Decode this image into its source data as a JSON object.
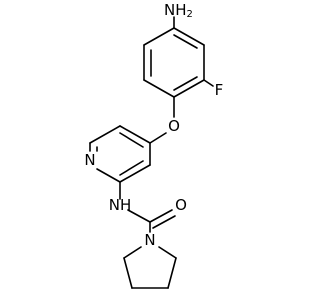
{
  "molecule": {
    "atom_labels": {
      "amine": "NH2",
      "fluorine": "F",
      "ether_oxygen": "O",
      "pyridine_nitrogen": "N",
      "amide_nh": "NH",
      "carbonyl_oxygen": "O",
      "pyrrolidine_nitrogen": "N"
    }
  },
  "colors": {
    "bond": "#000000",
    "label": "#000000",
    "background": "#ffffff"
  }
}
